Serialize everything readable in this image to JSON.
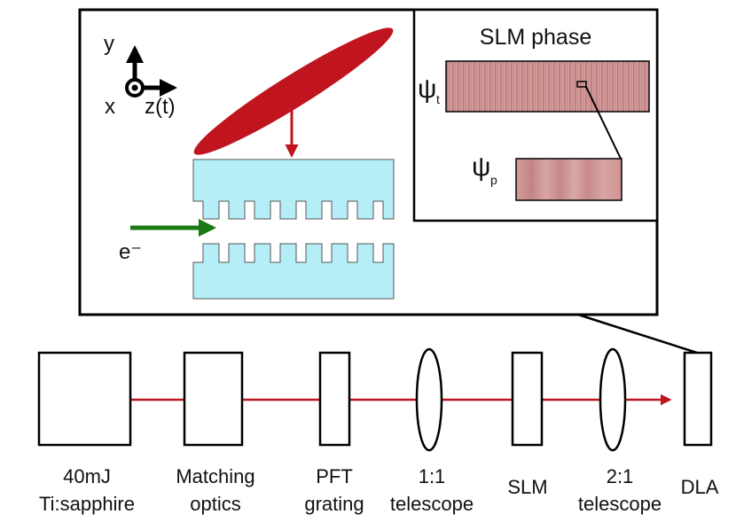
{
  "inset": {
    "axes": {
      "y_label": "y",
      "x_label": "x",
      "z_label": "z(t)"
    },
    "electron_label": "e⁻",
    "slm_panel": {
      "title": "SLM phase",
      "psi_t_symbol": "ψ",
      "psi_t_sub": "t",
      "psi_p_symbol": "ψ",
      "psi_p_sub": "p"
    }
  },
  "beamline": {
    "components": [
      {
        "id": "laser",
        "lines": [
          "40mJ",
          "Ti:sapphire"
        ]
      },
      {
        "id": "matching-optics",
        "lines": [
          "Matching",
          "optics"
        ]
      },
      {
        "id": "pft-grating",
        "lines": [
          "PFT",
          "grating"
        ]
      },
      {
        "id": "telescope-1-1",
        "lines": [
          "1:1",
          "telescope"
        ]
      },
      {
        "id": "slm",
        "lines": [
          "SLM"
        ]
      },
      {
        "id": "telescope-2-1",
        "lines": [
          "2:1",
          "telescope"
        ]
      },
      {
        "id": "dla",
        "lines": [
          "DLA"
        ]
      }
    ]
  },
  "colors": {
    "laser_pulse": "#c0141e",
    "beam": "#c0141e",
    "dla_structure": "#b6eef8",
    "electron_arrow": "#1a7a14",
    "slm_phase_base": "#d39a9a",
    "outline": "#000000"
  }
}
